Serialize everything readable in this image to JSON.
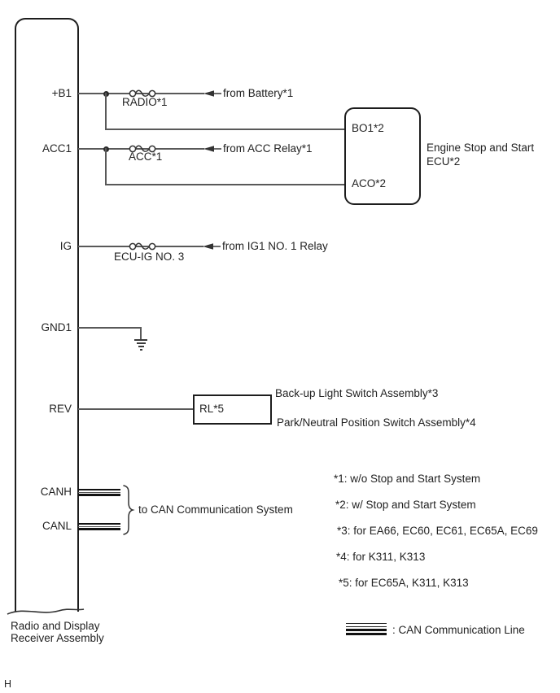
{
  "diagram": {
    "page_marker": "H",
    "assembly": {
      "label_line1": "Radio and Display",
      "label_line2": "Receiver Assembly"
    },
    "pins": {
      "b1": "+B1",
      "acc1": "ACC1",
      "ig": "IG",
      "gnd1": "GND1",
      "rev": "REV",
      "canh": "CANH",
      "canl": "CANL"
    },
    "fuses": {
      "radio": "RADIO*1",
      "acc": "ACC*1",
      "ecu_ig": "ECU-IG NO. 3"
    },
    "sources": {
      "battery": "from Battery*1",
      "acc_relay": "from ACC Relay*1",
      "ig_relay": "from IG1 NO. 1 Relay"
    },
    "ecu": {
      "pin_top": "BO1*2",
      "pin_bottom": "ACO*2",
      "label_line1": "Engine Stop and Start",
      "label_line2": "ECU*2"
    },
    "rl": {
      "label": "RL*5",
      "caption_top": "Back-up Light Switch Assembly*3",
      "caption_bottom": "Park/Neutral Position Switch Assembly*4"
    },
    "can": {
      "caption": "to CAN Communication System"
    },
    "footnotes": [
      "*1: w/o Stop and Start System",
      "*2: w/ Stop and Start System",
      "*3: for EA66, EC60, EC61, EC65A, EC69",
      "*4: for K311, K313",
      "*5: for EC65A, K311, K313"
    ],
    "legend": {
      "label": ": CAN Communication Line"
    },
    "colors": {
      "wire": "#595959",
      "outline": "#1d1d1d",
      "text": "#222222",
      "band": "#111111"
    }
  }
}
